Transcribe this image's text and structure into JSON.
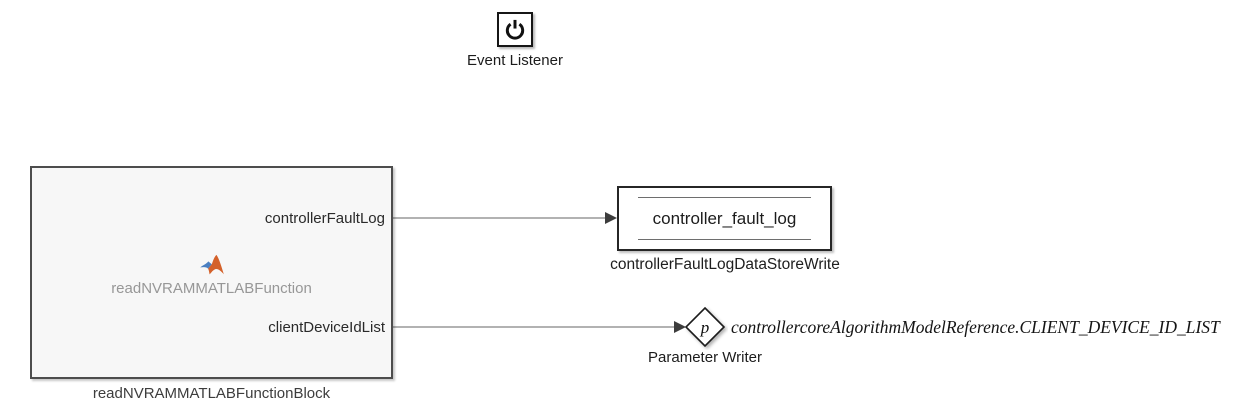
{
  "diagram": {
    "app": "Simulink model canvas",
    "background": "#ffffff",
    "event_listener": {
      "block_name": "Event Listener",
      "icon": "power-icon"
    },
    "matlab_function": {
      "block_name": "readNVRAMMATLABFunctionBlock",
      "function_label": "readNVRAMMATLABFunction",
      "icon": "matlab-logo-icon",
      "outports": [
        {
          "label": "controllerFaultLog"
        },
        {
          "label": "clientDeviceIdList"
        }
      ]
    },
    "data_store_write": {
      "block_name": "controllerFaultLogDataStoreWrite",
      "data_store_name": "controller_fault_log"
    },
    "parameter_writer": {
      "block_name": "Parameter Writer",
      "port_symbol": "p",
      "parameter_name": "controllercoreAlgorithmModelReference.CLIENT_DEVICE_ID_LIST"
    },
    "colors": {
      "block_fill": "#f7f7f7",
      "block_border": "#4d4d4d",
      "signal_line": "#848484",
      "arrowhead": "#3d3d3d",
      "text_dark": "#1c1c1c",
      "text_muted": "#979797",
      "matlab_orange": "#d4612a",
      "matlab_blue": "#4a7fc1"
    }
  }
}
